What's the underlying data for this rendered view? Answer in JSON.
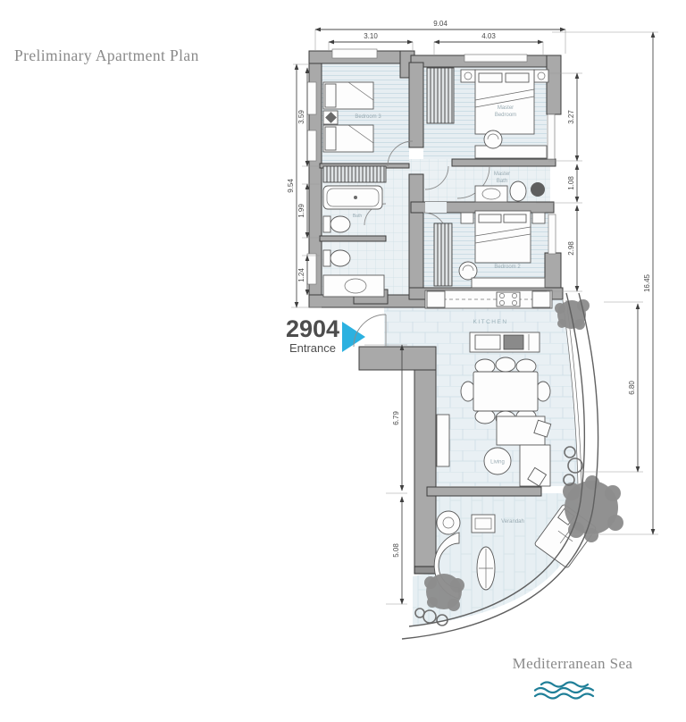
{
  "header": {
    "title": "Preliminary Apartment Plan"
  },
  "entrance": {
    "number": "2904",
    "label": "Entrance"
  },
  "sea": {
    "label": "Mediterranean Sea"
  },
  "rooms": {
    "bedroom3": "Bedroom 3",
    "master_bedroom_l1": "Master",
    "master_bedroom_l2": "Bedroom",
    "master_bath_l1": "Master",
    "master_bath_l2": "Bath",
    "bath": "Bath",
    "bedroom2": "Bedroom 2",
    "kitchen": "KITCHEN",
    "living": "Living",
    "verandah": "Verandah"
  },
  "dimensions": {
    "top_total": "9.04",
    "top_left": "3.10",
    "top_right": "4.03",
    "left_total": "9.54",
    "left_a": "3.59",
    "left_b": "1.99",
    "left_c": "1.24",
    "left_lower_a": "6.79",
    "left_lower_b": "5.08",
    "right_a": "3.27",
    "right_b": "1.08",
    "right_c": "2.98",
    "right_inner": "6.80",
    "right_total": "16.45"
  },
  "colors": {
    "accent_arrow": "#2cb1e0",
    "sea_wave": "#1f7f98",
    "wall": "#a9a9a9",
    "floor_tint": "#e9f0f4"
  }
}
